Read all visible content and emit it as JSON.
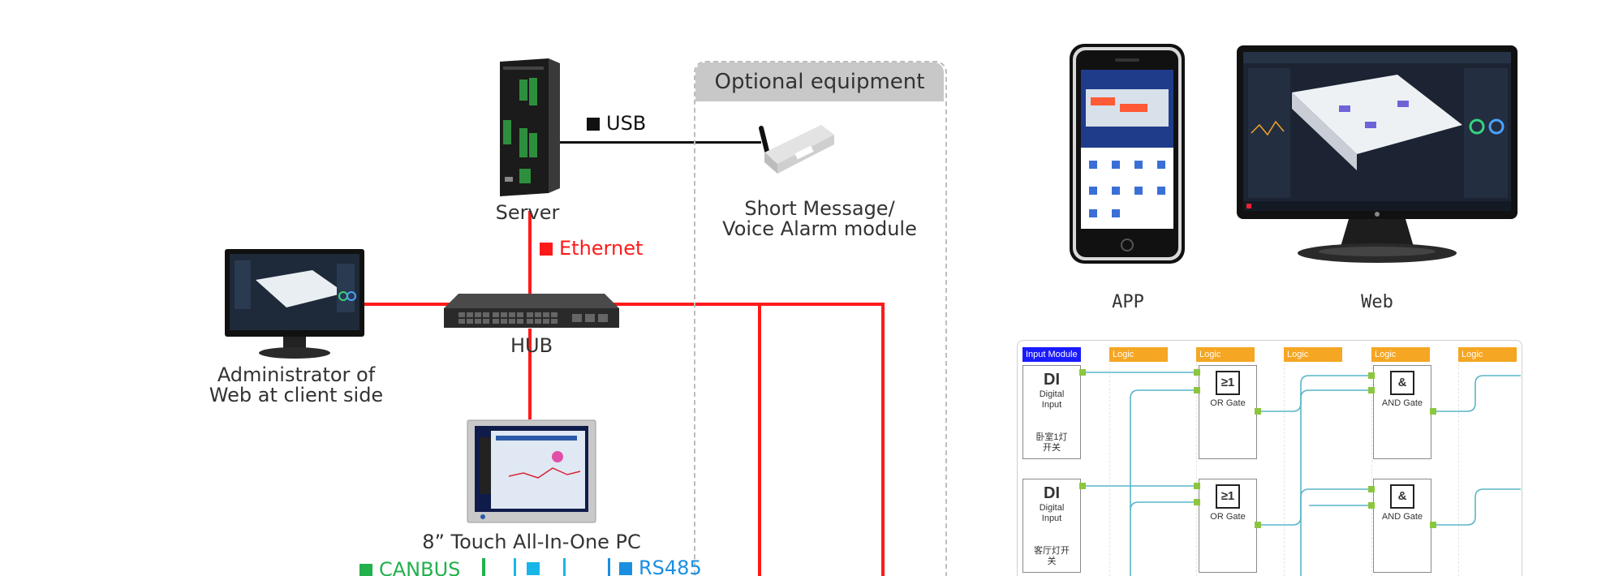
{
  "server": {
    "label": "Server"
  },
  "usb": {
    "label": "USB",
    "color": "#000000"
  },
  "ethernet": {
    "label": "Ethernet",
    "color": "#ff0000"
  },
  "hub": {
    "label": "HUB"
  },
  "optional": {
    "header": "Optional equipment"
  },
  "sms_module": {
    "line1": "Short Message/",
    "line2": "Voice Alarm module"
  },
  "admin": {
    "line1": "Administrator of",
    "line2": "Web at client side"
  },
  "touch_pc": {
    "label": "8” Touch All-In-One PC"
  },
  "bus_legend": {
    "canbus": "CANBUS",
    "canbus_color": "#22b14c",
    "rs485": "RS485",
    "rs485_color": "#1a8fe0",
    "tcp_color": "#18b6e8"
  },
  "app": {
    "label": "APP"
  },
  "web": {
    "label": "Web"
  },
  "logic_panel": {
    "columns": [
      {
        "title": "Input Module",
        "color": "#1a1aff"
      },
      {
        "title": "Logic Module1",
        "color": "#f5a623"
      },
      {
        "title": "Logic Module2",
        "color": "#f5a623"
      },
      {
        "title": "Logic Module3",
        "color": "#f5a623"
      },
      {
        "title": "Logic Module4",
        "color": "#f5a623"
      },
      {
        "title": "Logic Module5",
        "color": "#f5a623"
      }
    ],
    "inputs": [
      {
        "code": "DI",
        "name1": "Digital",
        "name2": "Input",
        "tag1": "卧室1灯",
        "tag2": "开关"
      },
      {
        "code": "DI",
        "name1": "Digital",
        "name2": "Input",
        "tag1": "客厅灯开",
        "tag2": "关"
      }
    ],
    "or_gate": {
      "symbol": "≥1",
      "label": "OR Gate"
    },
    "and_gate": {
      "symbol": "&",
      "label": "AND Gate"
    },
    "wire_color": "#5ab6c8"
  }
}
